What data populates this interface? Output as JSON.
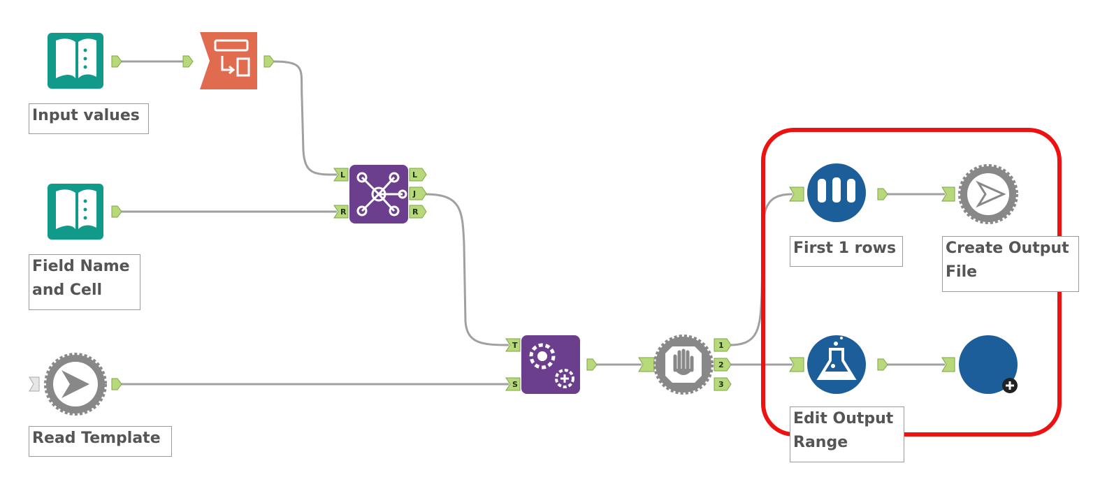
{
  "annotations": {
    "input_values": "Input values",
    "field_name_and_cell": "Field Name\nand Cell",
    "read_template": "Read Template",
    "first_1_rows": "First 1 rows",
    "create_output_file": "Create Output\nFile",
    "edit_output_range": "Edit Output\nRange"
  },
  "ports": {
    "join_in_left": "L",
    "join_in_right": "R",
    "join_out_left": "L",
    "join_out_join": "J",
    "join_out_right": "R",
    "macro_in_t": "T",
    "macro_in_s": "S",
    "block_out_1": "1",
    "block_out_2": "2",
    "block_out_3": "3"
  },
  "colors": {
    "input_tool": "#11998a",
    "transform_tool": "#e06b4e",
    "join_tool": "#6b3f8e",
    "sample_tool": "#1b5e9a",
    "connector": "#a0a0a0",
    "port": "#b8d97a",
    "highlight": "#ee1111",
    "gear_gray": "#888888"
  },
  "icons": {
    "input_tool": "book-input-icon",
    "transform_tool": "table-transform-icon",
    "join_tool": "join-hub-icon",
    "macro_tool": "gears-plus-icon",
    "block_until_done": "hand-stop-icon",
    "sample": "test-tubes-icon",
    "formula": "flask-icon",
    "render": "play-gear-icon"
  }
}
